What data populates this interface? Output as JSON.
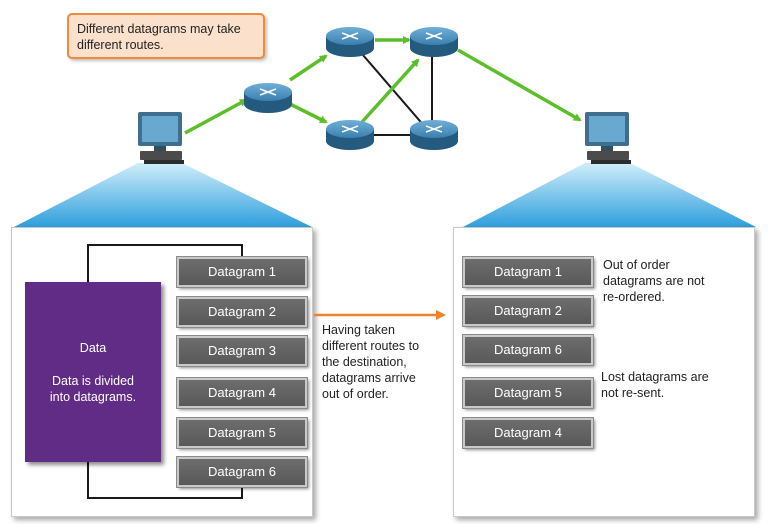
{
  "callout": {
    "text_line1": "Different datagrams may take",
    "text_line2": "different routes."
  },
  "source": {
    "data_title": "Data",
    "data_desc_line1": "Data is divided",
    "data_desc_line2": "into datagrams.",
    "datagrams": [
      "Datagram 1",
      "Datagram 2",
      "Datagram 3",
      "Datagram 4",
      "Datagram 5",
      "Datagram 6"
    ]
  },
  "transit_note": {
    "line1": "Having taken",
    "line2": "different routes to",
    "line3": "the destination,",
    "line4": "datagrams arrive",
    "line5": "out of order."
  },
  "destination": {
    "datagrams": [
      "Datagram 1",
      "Datagram 2",
      "Datagram 6",
      "Datagram 5",
      "Datagram 4"
    ],
    "note_order_line1": "Out of order",
    "note_order_line2": "datagrams are not",
    "note_order_line3": "re-ordered.",
    "note_lost_line1": "Lost datagrams are",
    "note_lost_line2": "not re-sent."
  },
  "colors": {
    "route_green": "#5cbf2a",
    "link_black": "#1a1a1a",
    "arrow_orange": "#f0822d",
    "data_purple": "#612c85",
    "router_blue": "#2d6d96",
    "beam_blue": "#3aa6dd"
  }
}
